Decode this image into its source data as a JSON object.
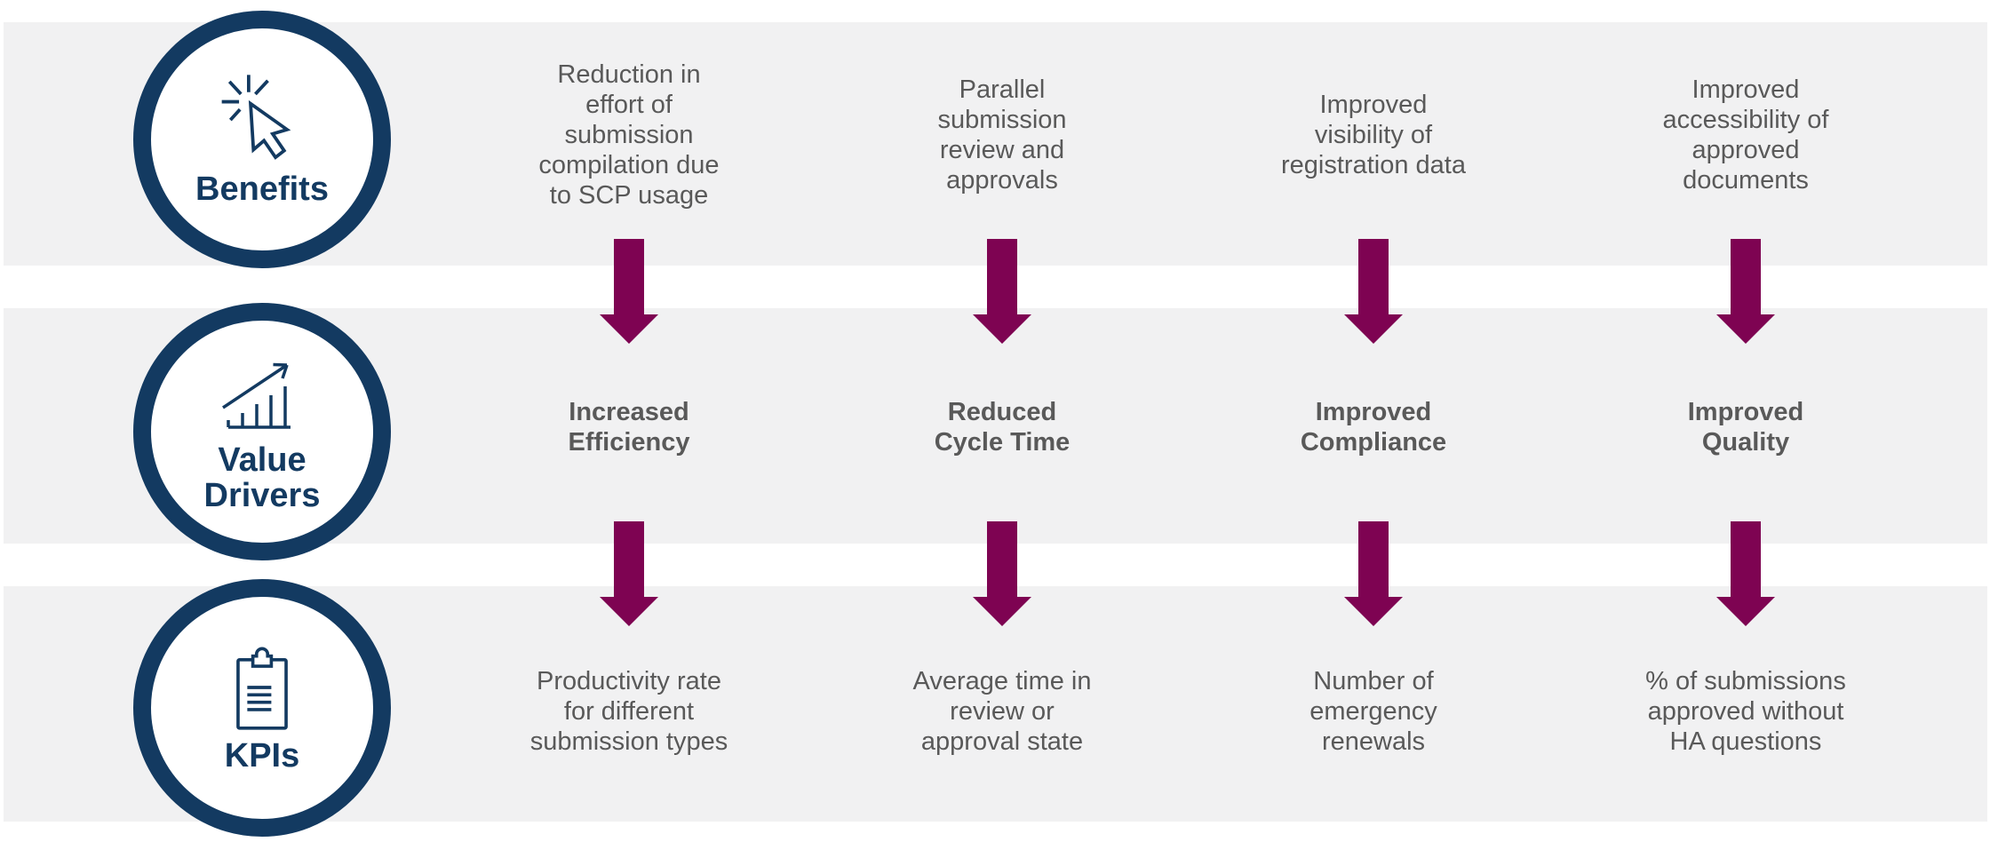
{
  "diagram": {
    "title_implicit": "Benefits, Value Drivers and KPIs mapping",
    "rows": [
      {
        "id": "benefits",
        "label": "Benefits",
        "icon": "cursor-click-icon"
      },
      {
        "id": "value_drivers",
        "label": "Value\nDrivers",
        "icon": "growth-chart-icon"
      },
      {
        "id": "kpis",
        "label": "KPIs",
        "icon": "clipboard-icon"
      }
    ],
    "columns": [
      {
        "benefit": "Reduction in\neffort of\nsubmission\ncompilation due\nto SCP usage",
        "value_driver": "Increased\nEfficiency",
        "kpi": "Productivity rate\nfor different\nsubmission types"
      },
      {
        "benefit": "Parallel\nsubmission\nreview and\napprovals",
        "value_driver": "Reduced\nCycle Time",
        "kpi": "Average time in\nreview or\napproval state"
      },
      {
        "benefit": "Improved\nvisibility of\nregistration data",
        "value_driver": "Improved\nCompliance",
        "kpi": "Number of\nemergency\nrenewals"
      },
      {
        "benefit": "Improved\naccessibility of\napproved\ndocuments",
        "value_driver": "Improved\nQuality",
        "kpi": "% of submissions\napproved without\nHA questions"
      }
    ],
    "colors": {
      "navy": "#133A61",
      "arrow_magenta": "#7E0352",
      "band_gray": "#F1F1F2",
      "text_gray": "#595959"
    }
  }
}
